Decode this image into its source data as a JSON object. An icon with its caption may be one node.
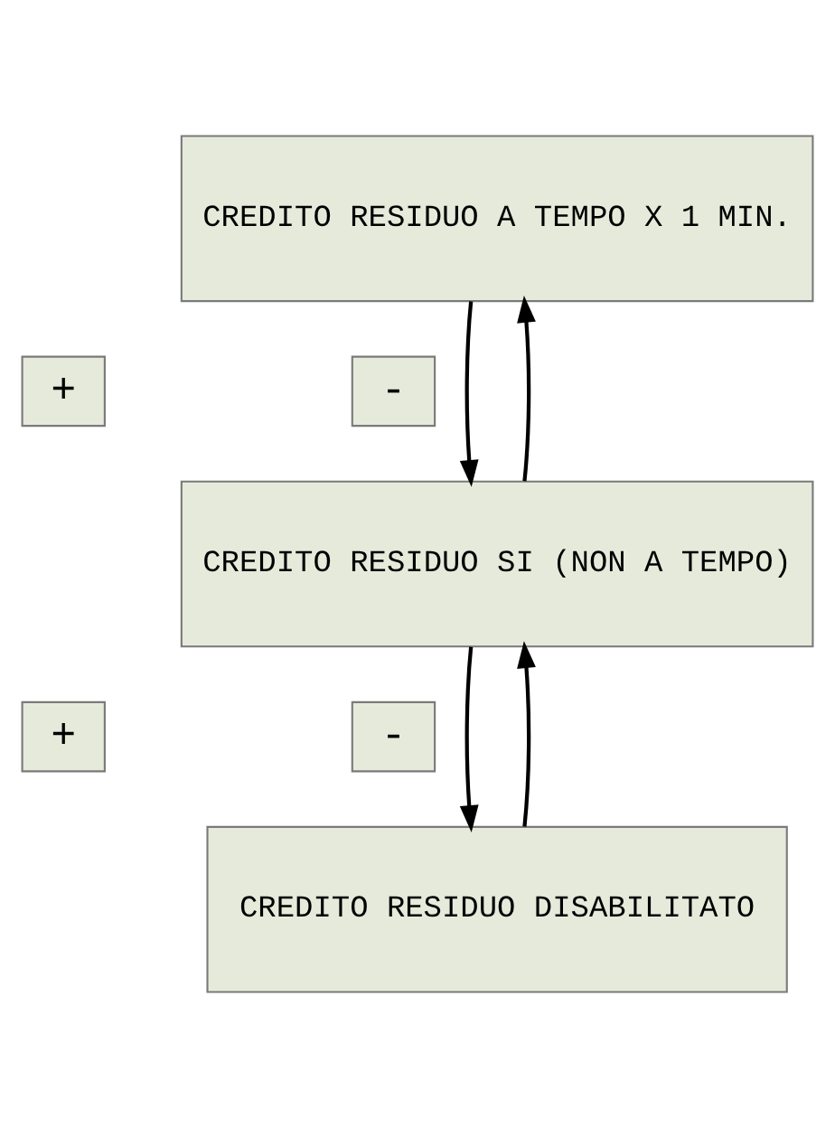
{
  "diagram": {
    "nodes": [
      {
        "text": [
          "CREDITO RESIDUO A TEMPO X 1 MIN."
        ]
      },
      {
        "text": [
          "+"
        ]
      },
      {
        "text": [
          "-"
        ]
      },
      {
        "text": [
          "CREDITO RESIDUO SI (NON A TEMPO)"
        ]
      },
      {
        "text": [
          "+"
        ]
      },
      {
        "text": [
          "-"
        ]
      },
      {
        "text": [
          "CREDITO RESIDUO DISABILITATO"
        ]
      }
    ],
    "edges": [
      {
        "from": 0,
        "to": 3,
        "arrow": "to"
      },
      {
        "from": 3,
        "to": 0,
        "arrow": "to"
      },
      {
        "from": 3,
        "to": 6,
        "arrow": "to"
      },
      {
        "from": 6,
        "to": 3,
        "arrow": "to"
      }
    ]
  }
}
